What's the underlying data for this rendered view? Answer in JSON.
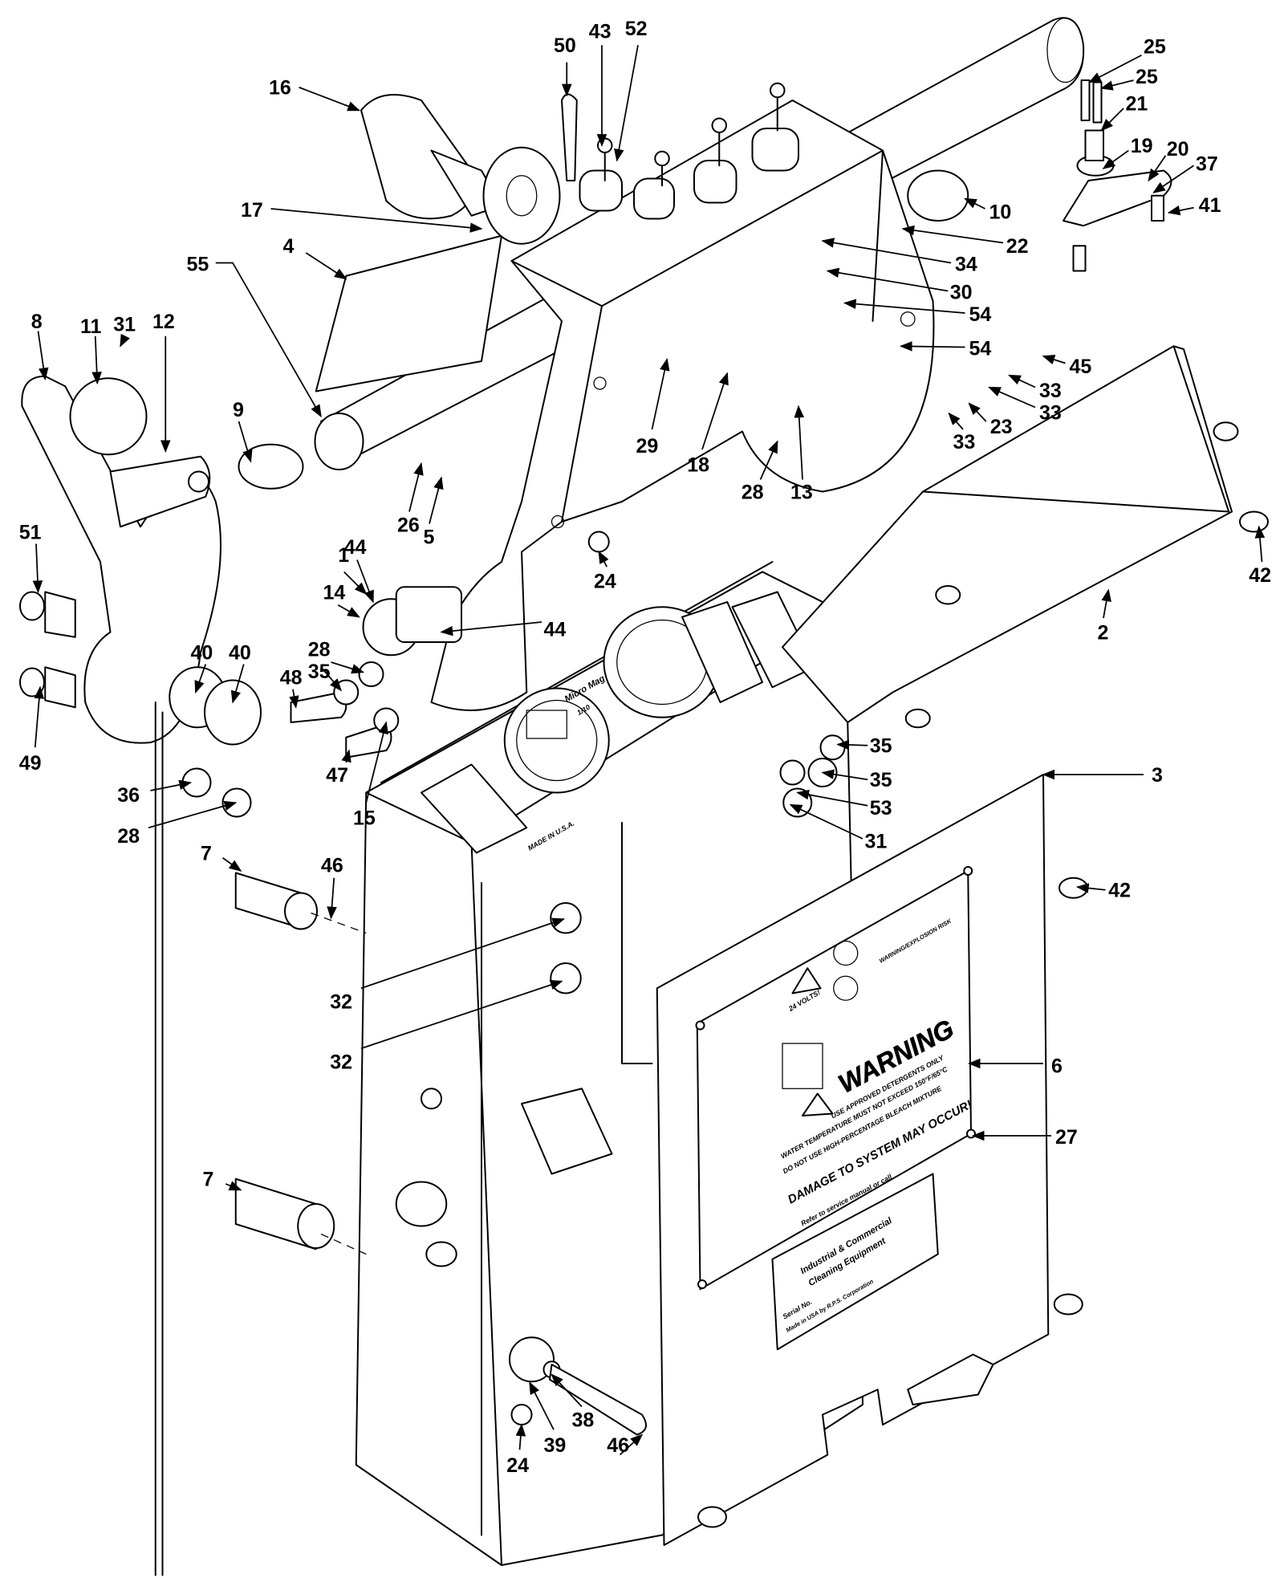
{
  "diagram": {
    "type": "exploded parts diagram",
    "callouts": [
      "16",
      "50",
      "43",
      "52",
      "25",
      "25",
      "21",
      "19",
      "20",
      "37",
      "41",
      "10",
      "22",
      "17",
      "4",
      "55",
      "34",
      "30",
      "54",
      "54",
      "45",
      "33",
      "33",
      "23",
      "33",
      "8",
      "11",
      "31",
      "12",
      "9",
      "29",
      "18",
      "28",
      "13",
      "26",
      "5",
      "24",
      "42",
      "2",
      "1",
      "44",
      "14",
      "44",
      "28",
      "35",
      "51",
      "48",
      "40",
      "40",
      "47",
      "15",
      "49",
      "36",
      "28",
      "35",
      "35",
      "53",
      "31",
      "3",
      "7",
      "46",
      "42",
      "32",
      "32",
      "6",
      "27",
      "7",
      "24",
      "39",
      "38",
      "46"
    ],
    "panel_labels": {
      "brand": "Micro Mag",
      "made_in": "MADE IN U.S.A.",
      "meter_unit": "1/10"
    },
    "warning_plate": {
      "volts": "24 VOLTS!",
      "heading": "WARNING",
      "line1": "USE APPROVED DETERGENTS ONLY",
      "line2": "WATER TEMPERATURE MUST NOT EXCEED 150°F/65°C",
      "line3": "DO NOT USE HIGH-PERCENTAGE BLEACH MIXTURE",
      "line4": "DAMAGE TO SYSTEM MAY OCCUR!",
      "line5": "Refer to service manual or call",
      "explosion_heading": "WARNING/EXPLOSION RISK"
    },
    "serial_plate": {
      "line1": "Industrial & Commercial",
      "line2": "Cleaning Equipment",
      "serial": "Serial No.",
      "maker": "Made in USA by R.P.S. Corporation"
    }
  }
}
